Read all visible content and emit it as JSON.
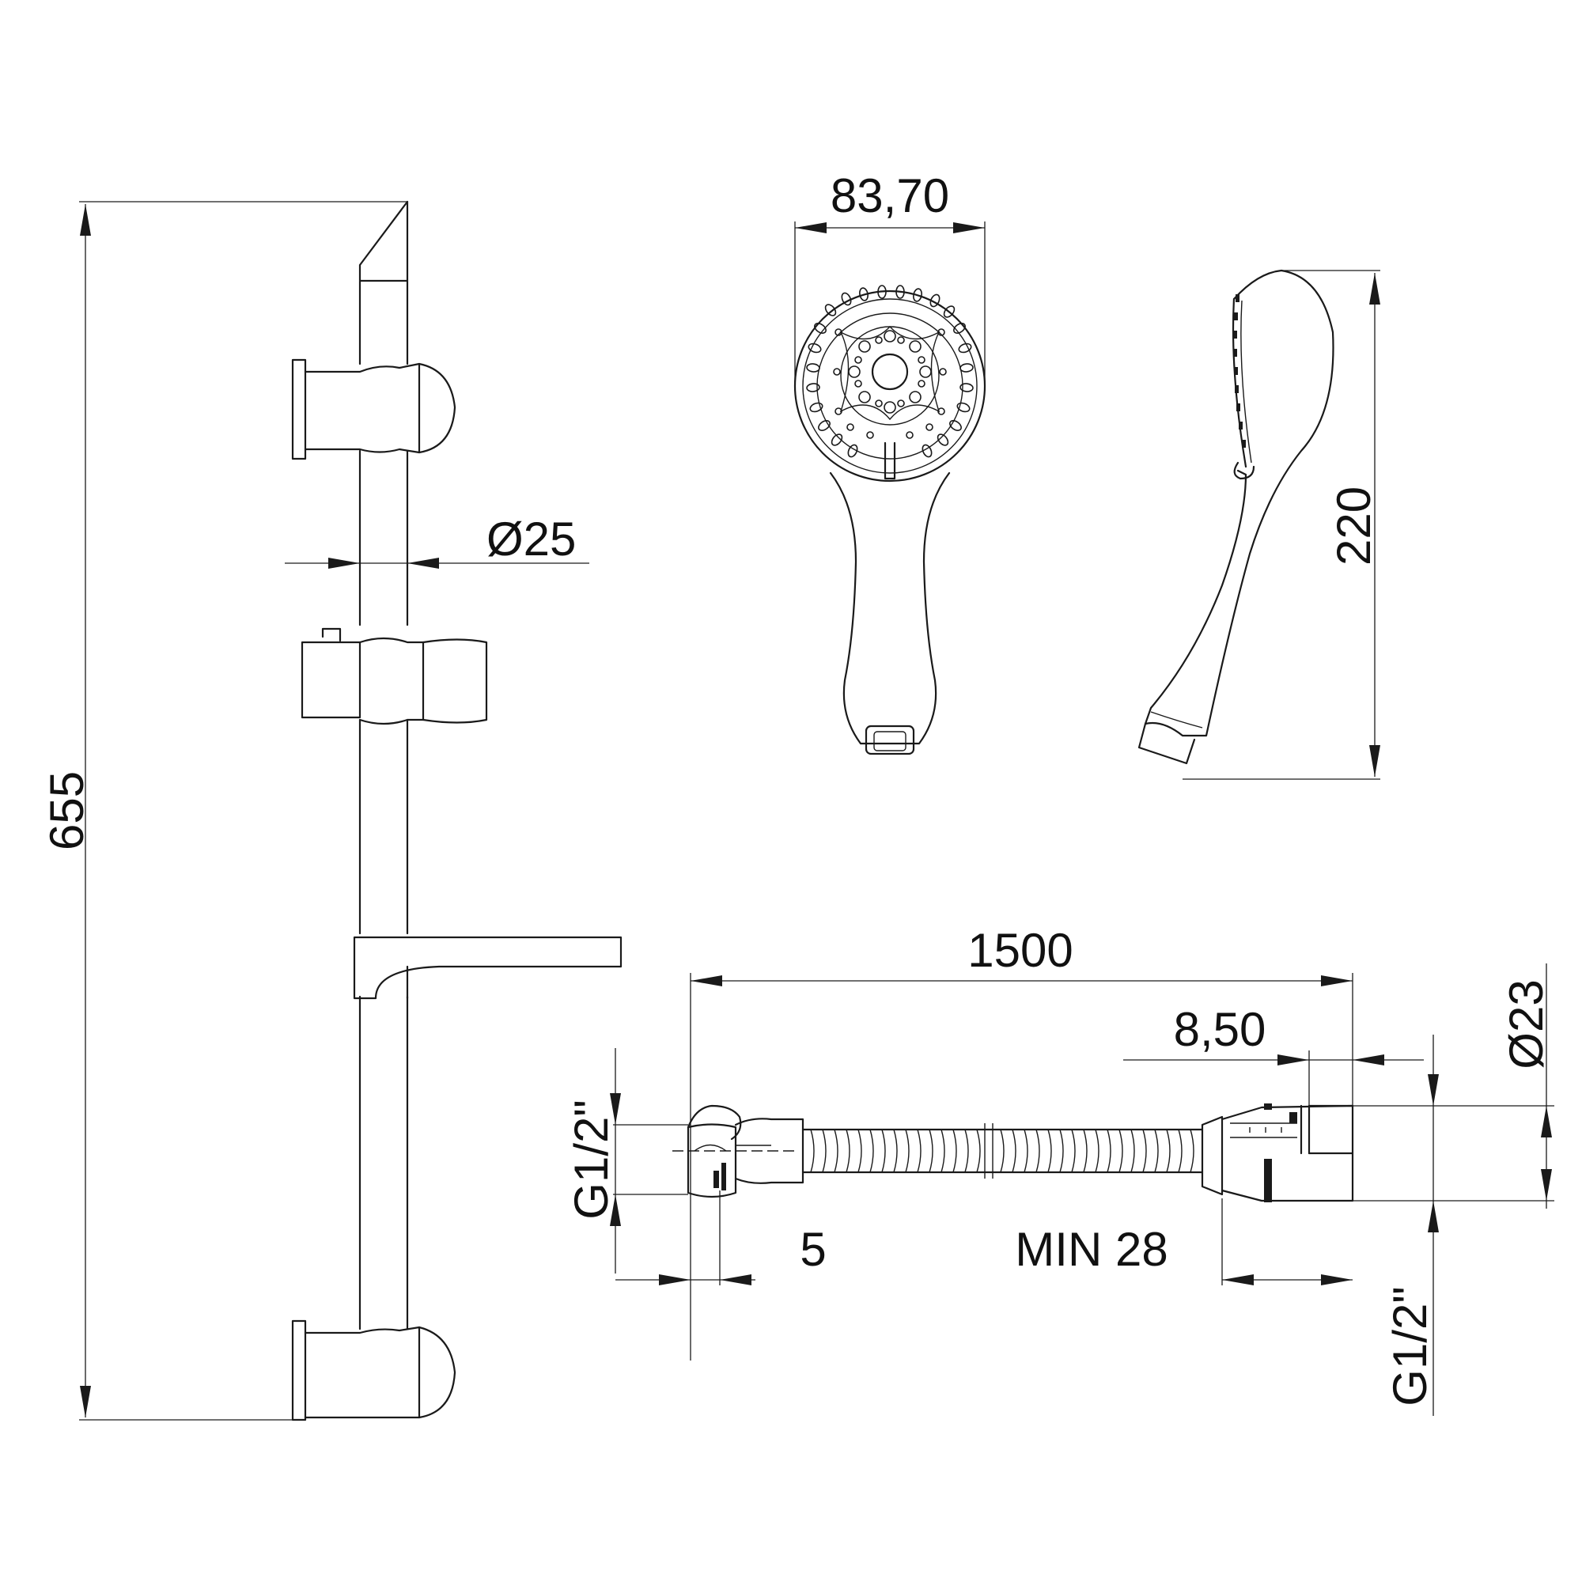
{
  "dimensions": {
    "rail_height": "655",
    "rail_diameter": "Ø25",
    "head_width": "83,70",
    "handset_length": "220",
    "hose_length": "1500",
    "thread_left": "G1/2\"",
    "nut_offset": "5",
    "nut_min": "MIN 28",
    "cone_length": "8,50",
    "hose_end_diameter": "Ø23",
    "thread_right": "G1/2\""
  }
}
